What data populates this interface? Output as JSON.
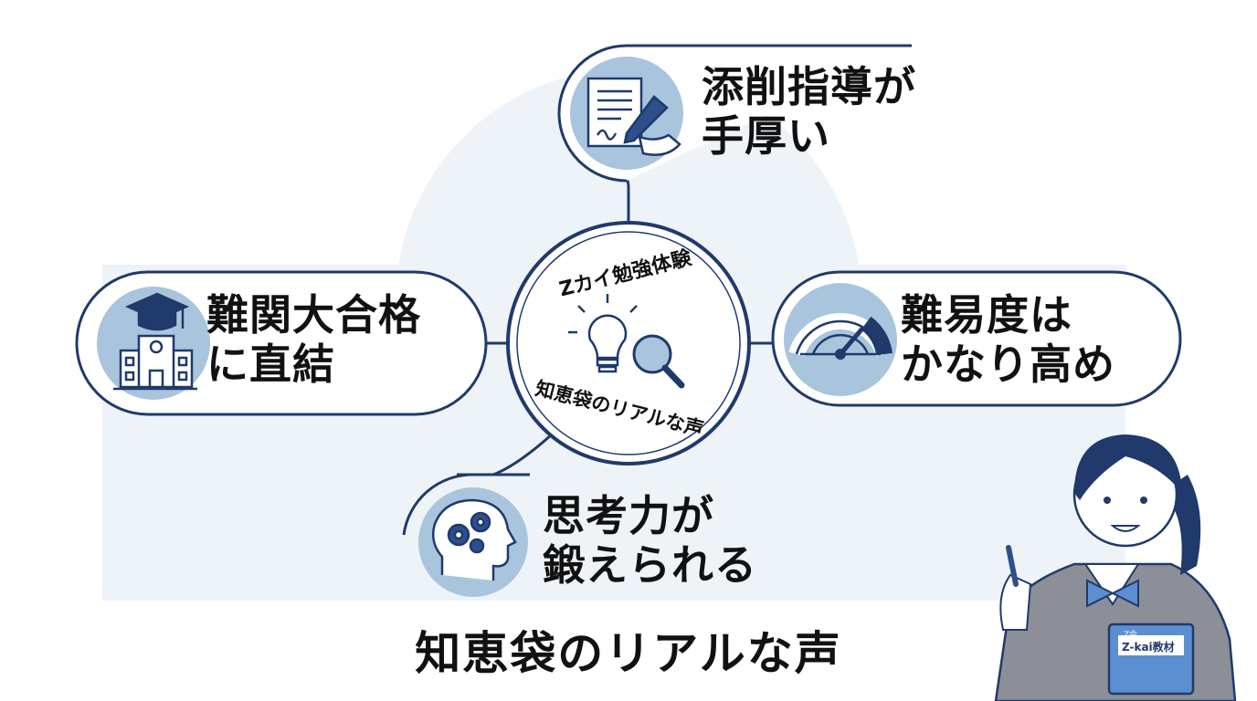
{
  "center": {
    "arc_top": "Zカイ勉強体験",
    "arc_bottom": "知恵袋のリアルな声"
  },
  "nodes": {
    "top": {
      "line1": "添削指導が",
      "line2": "手厚い",
      "icon": "document-signing-icon"
    },
    "left": {
      "line1": "難関大合格",
      "line2": "に直結",
      "icon": "graduation-school-icon"
    },
    "right": {
      "line1": "難易度は",
      "line2": "かなり高め",
      "icon": "gauge-icon"
    },
    "bottom": {
      "line1": "思考力が",
      "line2": "鍛えられる",
      "icon": "head-gears-icon"
    }
  },
  "caption": "知恵袋のリアルな声",
  "character": {
    "book_label": "Z-kai教材",
    "book_logo": "Z会"
  },
  "colors": {
    "outline": "#1f3a6b",
    "icon_bg": "#a9c4dd",
    "backdrop": "#eef3f8",
    "accent": "#2f4f8a"
  }
}
